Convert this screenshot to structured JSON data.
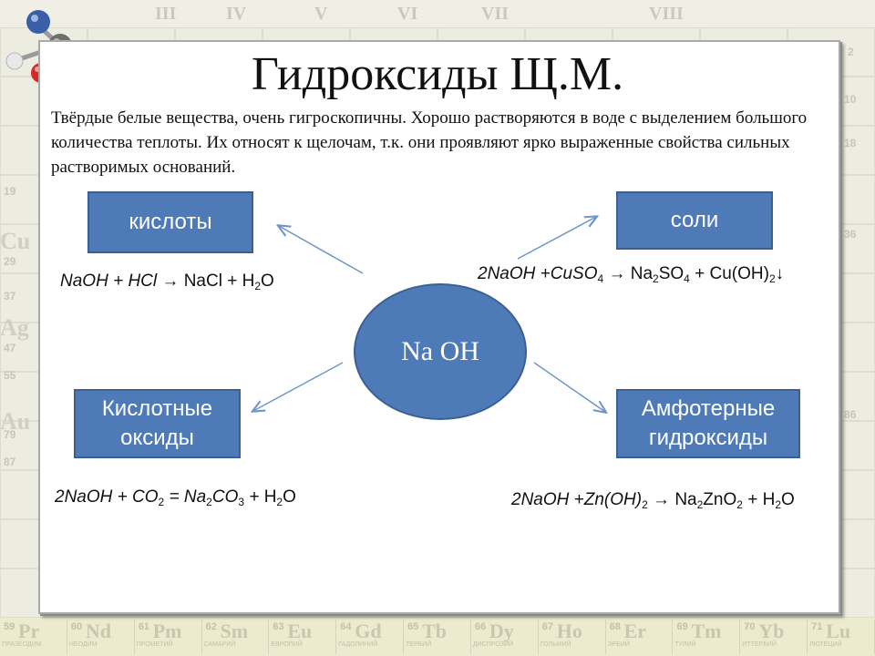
{
  "slide": {
    "title": "Гидроксиды Щ.М.",
    "description": "Твёрдые белые вещества, очень гигроскопичны. Хорошо растворяются в воде с выделением большого количества теплоты. Их относят к щелочам, т.к. они проявляют ярко выраженные свойства сильных растворимых оснований.",
    "center_label": "Na OH"
  },
  "boxes": {
    "acids": "кислоты",
    "salts": "соли",
    "acid_oxides_line1": "Кислотные",
    "acid_oxides_line2": "оксиды",
    "amphoteric_line1": "Амфотерные",
    "amphoteric_line2": "гидроксиды"
  },
  "equations": {
    "acids": {
      "reactant1": "NaOH",
      "plus1": " + ",
      "reactant2": "HCl",
      "arrow": " → ",
      "product1": "NaCl",
      "plus2": " + ",
      "product2_base": "H",
      "product2_sub": "2",
      "product2_tail": "O"
    },
    "salts": {
      "reactant1": "2NaOH",
      "plus1": " +",
      "reactant2_base": "CuSO",
      "reactant2_sub": "4",
      "arrow": "  → ",
      "product1_a": "Na",
      "product1_sub1": "2",
      "product1_b": "SO",
      "product1_sub2": "4",
      "plus2": " + ",
      "product2": "Cu(OH)",
      "product2_sub": "2",
      "precipitate": "↓"
    },
    "acid_oxides": {
      "reactant1": "2NaOH",
      "plus1": " + ",
      "reactant2_base": "CO",
      "reactant2_sub": "2",
      "equals": " = ",
      "product1_a": "Na",
      "product1_sub1": "2",
      "product1_b": "CO",
      "product1_sub2": "3",
      "plus2": " + ",
      "product2_base": "H",
      "product2_sub": "2",
      "product2_tail": "O"
    },
    "amphoteric": {
      "reactant1": "2NaOH",
      "plus1": " +",
      "reactant2": "Zn(OH)",
      "reactant2_sub": "2",
      "arrow": "  → ",
      "product1_a": "Na",
      "product1_sub1": "2",
      "product1_b": "ZnO",
      "product1_sub2": "2",
      "plus2": " + ",
      "product2_base": "H",
      "product2_sub": "2",
      "product2_tail": "O"
    }
  },
  "background": {
    "group_numerals": [
      "III",
      "IV",
      "V",
      "VI",
      "VII",
      "VIII"
    ],
    "side_symbols_left": [
      "Cu",
      "Ag",
      "Au"
    ],
    "side_numbers_left": [
      "19",
      "29",
      "37",
      "47",
      "55",
      "79",
      "87"
    ],
    "side_numbers_right": [
      "2",
      "10",
      "18",
      "36",
      "86"
    ],
    "lanthanides": [
      {
        "num": "59",
        "sym": "Pr",
        "name": "ПРАЗЕОДИМ"
      },
      {
        "num": "60",
        "sym": "Nd",
        "name": "НЕОДИМ"
      },
      {
        "num": "61",
        "sym": "Pm",
        "name": "ПРОМЕТИЙ"
      },
      {
        "num": "62",
        "sym": "Sm",
        "name": "САМАРИЙ"
      },
      {
        "num": "63",
        "sym": "Eu",
        "name": "ЕВРОПИЙ"
      },
      {
        "num": "64",
        "sym": "Gd",
        "name": "ГАДОЛИНИЙ"
      },
      {
        "num": "65",
        "sym": "Tb",
        "name": "ТЕРБИЙ"
      },
      {
        "num": "66",
        "sym": "Dy",
        "name": "ДИСПРОЗИЙ"
      },
      {
        "num": "67",
        "sym": "Ho",
        "name": "ГОЛЬМИЙ"
      },
      {
        "num": "68",
        "sym": "Er",
        "name": "ЭРБИЙ"
      },
      {
        "num": "69",
        "sym": "Tm",
        "name": "ТУЛИЙ"
      },
      {
        "num": "70",
        "sym": "Yb",
        "name": "ИТТЕРБИЙ"
      },
      {
        "num": "71",
        "sym": "Lu",
        "name": "ЛЮТЕЦИЙ"
      }
    ]
  },
  "colors": {
    "box_fill": "#4f7ab8",
    "box_border": "#3a6095",
    "arrow": "#6f96c8",
    "atom_blue": "#3a5fa8",
    "atom_red": "#d8282a",
    "atom_gray": "#6d6d6d",
    "atom_white": "#e8e8e8"
  }
}
